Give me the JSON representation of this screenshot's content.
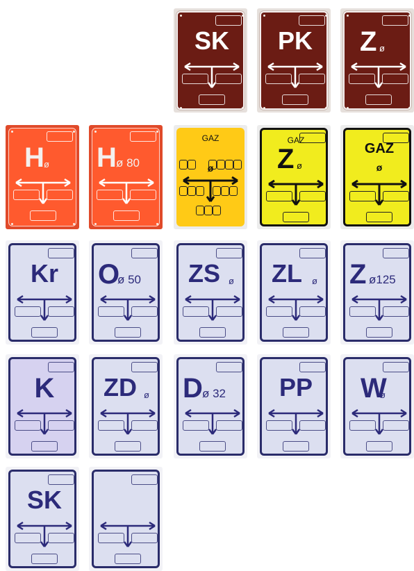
{
  "signs": [
    {
      "id": "sk-brown",
      "theme": "brown",
      "main": "SK",
      "sub": "",
      "top": ""
    },
    {
      "id": "pk-brown",
      "theme": "brown",
      "main": "PK",
      "sub": "",
      "top": ""
    },
    {
      "id": "z-brown",
      "theme": "brown",
      "main": "Z",
      "sub": "ø",
      "top": ""
    },
    {
      "id": "h-red",
      "theme": "red",
      "main": "H",
      "sub": "ø",
      "top": ""
    },
    {
      "id": "h80-red",
      "theme": "red",
      "main": "H",
      "sub": "ø 80",
      "top": ""
    },
    {
      "id": "gaz-grid",
      "theme": "yellow1",
      "main": "",
      "sub": "ø",
      "top": "GAZ"
    },
    {
      "id": "z-gaz",
      "theme": "yellow2",
      "main": "Z",
      "sub": "ø",
      "top": "GAZ"
    },
    {
      "id": "gaz-bold",
      "theme": "yellow2",
      "main": "GAZ",
      "sub": "ø",
      "top": ""
    },
    {
      "id": "kr-blue",
      "theme": "blue",
      "main": "Kr",
      "sub": "",
      "top": ""
    },
    {
      "id": "o50-blue",
      "theme": "blue",
      "main": "O",
      "sub": "ø 50",
      "top": ""
    },
    {
      "id": "zs-blue",
      "theme": "blue",
      "main": "ZS",
      "sub": "ø",
      "top": ""
    },
    {
      "id": "zl-blue",
      "theme": "blue",
      "main": "ZL",
      "sub": "ø",
      "top": ""
    },
    {
      "id": "z125-blue",
      "theme": "blue",
      "main": "Z",
      "sub": "ø125",
      "top": ""
    },
    {
      "id": "k-blue",
      "theme": "blue lav",
      "main": "K",
      "sub": "",
      "top": ""
    },
    {
      "id": "zd-blue",
      "theme": "blue",
      "main": "ZD",
      "sub": "ø",
      "top": ""
    },
    {
      "id": "d32-blue",
      "theme": "blue",
      "main": "D",
      "sub": "ø 32",
      "top": ""
    },
    {
      "id": "pp-blue",
      "theme": "blue",
      "main": "PP",
      "sub": "",
      "top": ""
    },
    {
      "id": "w-blue",
      "theme": "blue",
      "main": "W",
      "sub": "ø",
      "top": ""
    },
    {
      "id": "sk-blue",
      "theme": "blue",
      "main": "SK",
      "sub": "",
      "top": ""
    },
    {
      "id": "blank-blue",
      "theme": "blue",
      "main": "",
      "sub": "",
      "top": ""
    }
  ],
  "colors": {
    "brown_text": "#ffffff",
    "red_text": "#f4f0ee",
    "yellow_text": "#111111",
    "blue_text": "#2c2a7a"
  }
}
